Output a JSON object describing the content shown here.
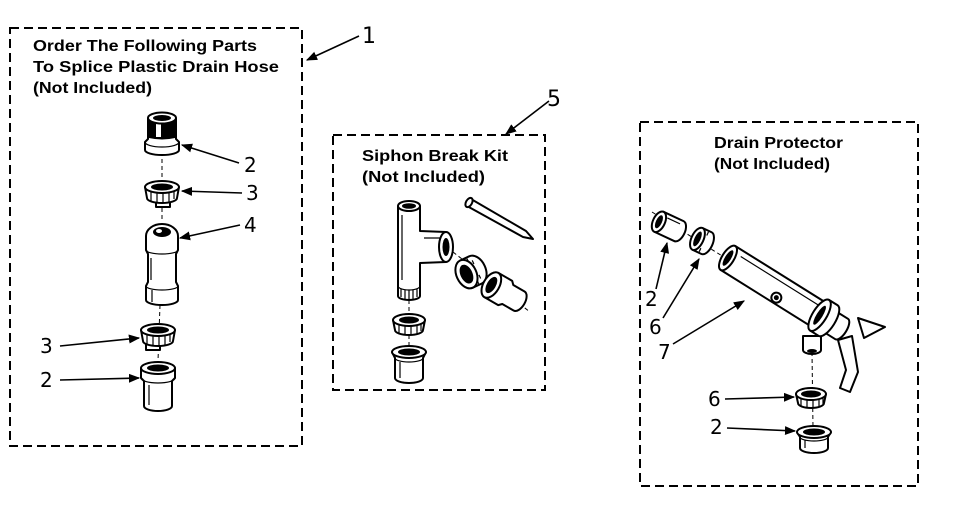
{
  "colors": {
    "ink": "#000000",
    "paper": "#ffffff"
  },
  "diagram": {
    "splice_kit": {
      "callout": "1",
      "title_lines": [
        "Order The Following Parts",
        "To Splice Plastic Drain Hose",
        "(Not Included)"
      ],
      "part_labels": [
        "2",
        "3",
        "4",
        "3",
        "2"
      ]
    },
    "siphon_break_kit": {
      "callout": "5",
      "title": "Siphon Break Kit",
      "subtitle": "(Not Included)"
    },
    "drain_protector": {
      "title": "Drain Protector",
      "subtitle": "(Not Included)",
      "part_labels": [
        "2",
        "6",
        "7",
        "6",
        "2"
      ]
    }
  }
}
